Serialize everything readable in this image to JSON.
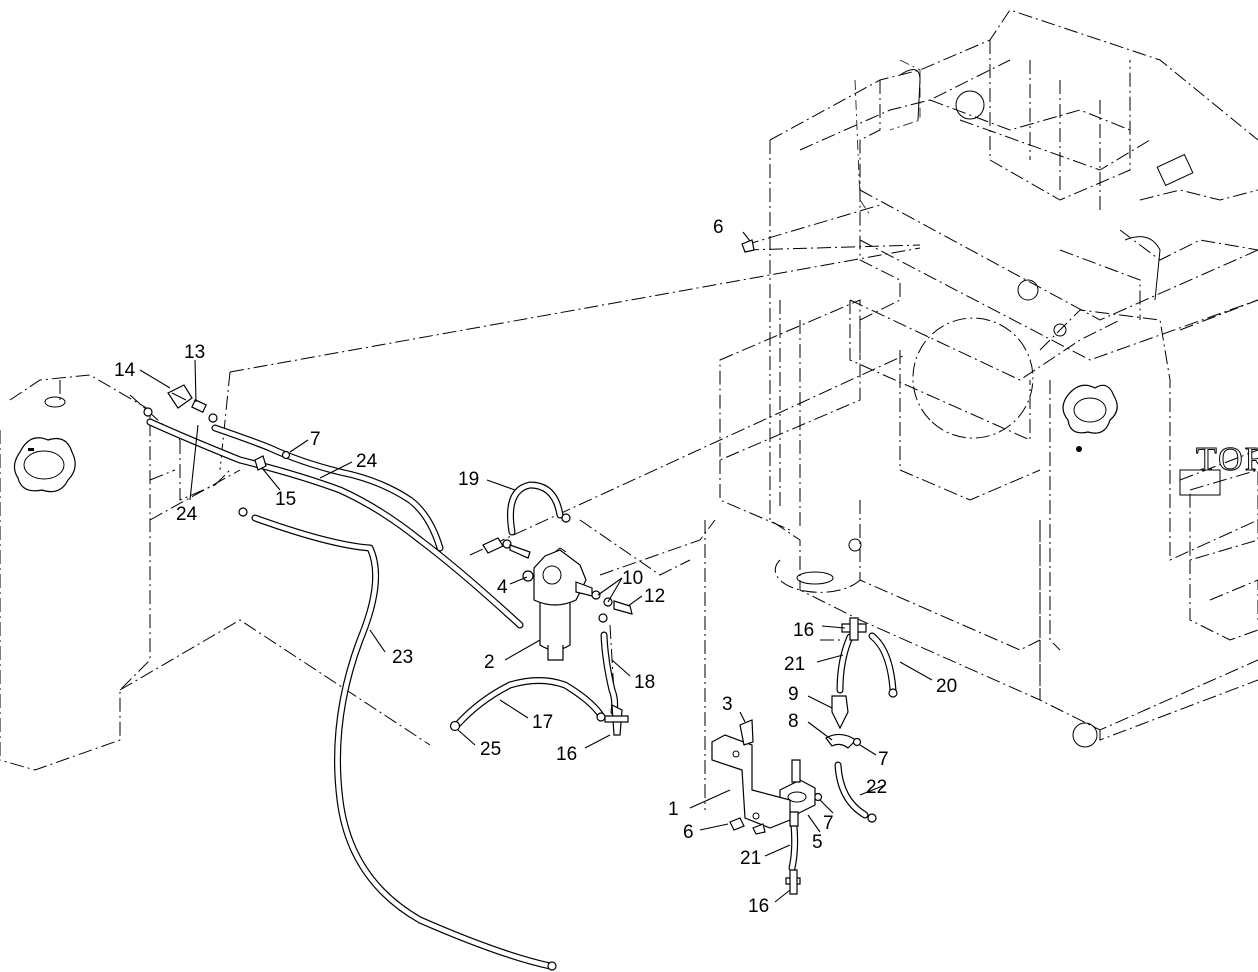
{
  "diagram": {
    "brand_text": "TOR",
    "callouts": [
      {
        "id": "c14",
        "label": "14"
      },
      {
        "id": "c13",
        "label": "13"
      },
      {
        "id": "c7a",
        "label": "7"
      },
      {
        "id": "c24a",
        "label": "24"
      },
      {
        "id": "c24b",
        "label": "24"
      },
      {
        "id": "c15",
        "label": "15"
      },
      {
        "id": "c19",
        "label": "19"
      },
      {
        "id": "c4",
        "label": "4"
      },
      {
        "id": "c10",
        "label": "10"
      },
      {
        "id": "c12",
        "label": "12"
      },
      {
        "id": "c2",
        "label": "2"
      },
      {
        "id": "c18",
        "label": "18"
      },
      {
        "id": "c23",
        "label": "23"
      },
      {
        "id": "c17",
        "label": "17"
      },
      {
        "id": "c25",
        "label": "25"
      },
      {
        "id": "c16a",
        "label": "16"
      },
      {
        "id": "c6a",
        "label": "6"
      },
      {
        "id": "c16b",
        "label": "16"
      },
      {
        "id": "c21a",
        "label": "21"
      },
      {
        "id": "c20",
        "label": "20"
      },
      {
        "id": "c9",
        "label": "9"
      },
      {
        "id": "c8",
        "label": "8"
      },
      {
        "id": "c3",
        "label": "3"
      },
      {
        "id": "c7b",
        "label": "7"
      },
      {
        "id": "c22",
        "label": "22"
      },
      {
        "id": "c1",
        "label": "1"
      },
      {
        "id": "c6b",
        "label": "6"
      },
      {
        "id": "c7c",
        "label": "7"
      },
      {
        "id": "c5",
        "label": "5"
      },
      {
        "id": "c21b",
        "label": "21"
      },
      {
        "id": "c16c",
        "label": "16"
      }
    ]
  }
}
